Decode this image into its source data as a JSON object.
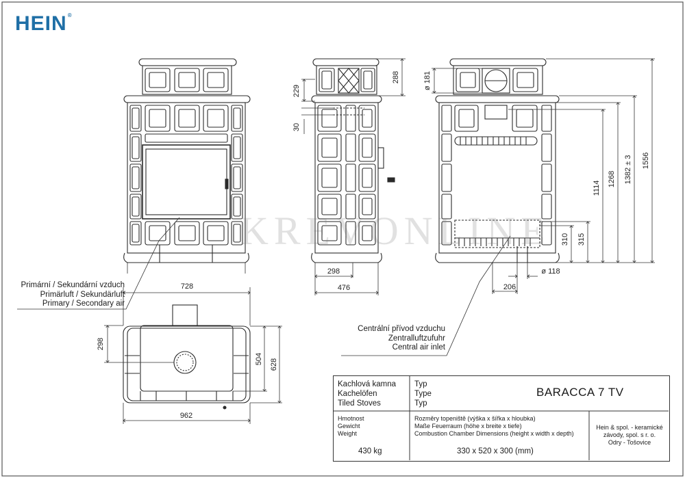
{
  "brand": {
    "name": "HEIN",
    "mark": "®",
    "color": "#1f6fa6"
  },
  "watermark": "KREVONLINE",
  "dimensions": {
    "front_width": "728",
    "side_top_229": "229",
    "side_30": "30",
    "side_288": "288",
    "side_298": "298",
    "side_476": "476",
    "flue_diameter": "ø 181",
    "h_1556": "1556",
    "h_1382": "1382 ± 3",
    "h_1268": "1268",
    "h_1114": "1114",
    "h_315": "315",
    "h_310": "310",
    "air_206": "206",
    "air_118": "ø 118",
    "plan_298": "298",
    "plan_504": "504",
    "plan_628": "628",
    "plan_962": "962"
  },
  "notes": {
    "primary_air": [
      "Primární / Sekundární vzduch",
      "Primärluft / Sekundärluft",
      "Primary / Secondary air"
    ],
    "central_air": [
      "Centrální přívod vzduchu",
      "Zentralluftzufuhr",
      "Central air inlet"
    ]
  },
  "title_block": {
    "category": [
      "Kachlová kamna",
      "Kachelöfen",
      "Tiled Stoves"
    ],
    "type_labels": [
      "Typ",
      "Type",
      "Typ"
    ],
    "model": "BARACCA 7 TV",
    "weight_labels": [
      "Hmotnost",
      "Gewicht",
      "Weight"
    ],
    "weight_value": "430 kg",
    "chamber_labels": [
      "Rozměry topeniště (výška x šířka x hloubka)",
      "Maße Feuerraum (höhe x breite x tiefe)",
      "Combustion Chamber Dimensions (height x width x depth)"
    ],
    "chamber_value": "330 x 520 x 300 (mm)",
    "company": [
      "Hein & spol. - keramické",
      "závody, spol. s r. o.",
      "Odry - Tošovice"
    ]
  }
}
